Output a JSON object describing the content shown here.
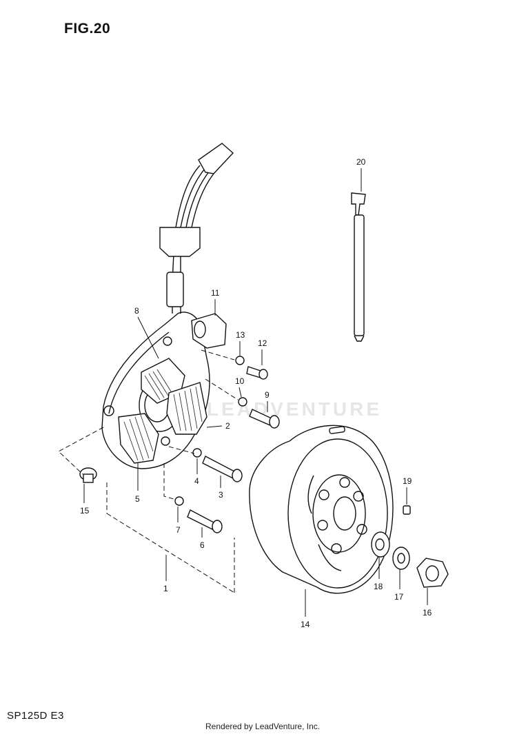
{
  "figure": {
    "title": "FIG.20",
    "model": "SP125D E3",
    "credit": "Rendered by LeadVenture, Inc.",
    "watermark": "LEADVENTURE"
  },
  "callouts": [
    "1",
    "2",
    "3",
    "4",
    "5",
    "6",
    "7",
    "8",
    "9",
    "10",
    "11",
    "12",
    "13",
    "14",
    "15",
    "16",
    "17",
    "18",
    "19",
    "20"
  ]
}
